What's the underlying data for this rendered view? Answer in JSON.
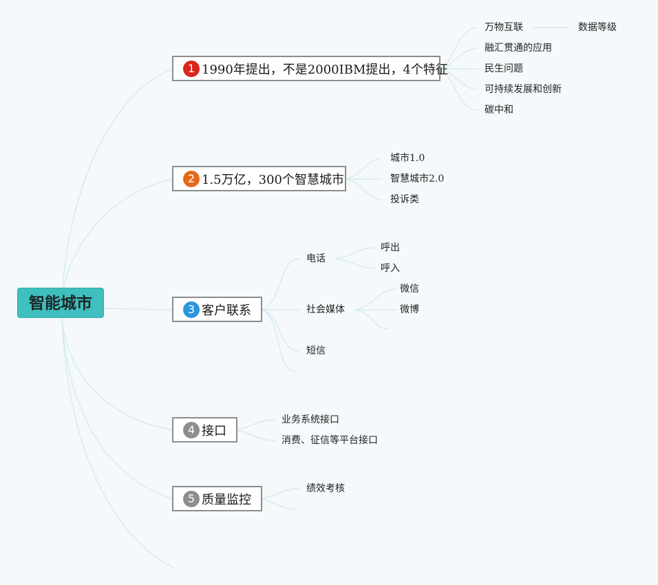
{
  "root": {
    "label": "智能城市"
  },
  "colors": {
    "root_fill": "#3fbfbd",
    "badge_red": "#d9261c",
    "badge_orange": "#e46a19",
    "badge_blue": "#2a96dc",
    "badge_gray": "#8e8e8e",
    "link": "#cfe9ec"
  },
  "branches": [
    {
      "num": "1",
      "label": "1990年提出，不是2000IBM提出，4个特征",
      "children": [
        {
          "label": "万物互联",
          "children": [
            {
              "label": "数据等级"
            }
          ]
        },
        {
          "label": "融汇贯通的应用"
        },
        {
          "label": "民生问题"
        },
        {
          "label": "可持续发展和创新"
        },
        {
          "label": "碳中和"
        }
      ]
    },
    {
      "num": "2",
      "label": "1.5万亿，300个智慧城市",
      "children": [
        {
          "label": "城市1.0"
        },
        {
          "label": "智慧城市2.0"
        },
        {
          "label": "投诉类"
        }
      ]
    },
    {
      "num": "3",
      "label": "客户联系",
      "children": [
        {
          "label": "电话",
          "children": [
            {
              "label": "呼出"
            },
            {
              "label": "呼入"
            }
          ]
        },
        {
          "label": "社会媒体",
          "children": [
            {
              "label": "微信"
            },
            {
              "label": "微博"
            }
          ]
        },
        {
          "label": "短信"
        }
      ]
    },
    {
      "num": "4",
      "label": "接口",
      "children": [
        {
          "label": "业务系统接口"
        },
        {
          "label": "消费、征信等平台接口"
        }
      ]
    },
    {
      "num": "5",
      "label": "质量监控",
      "children": [
        {
          "label": "绩效考核"
        }
      ]
    }
  ]
}
